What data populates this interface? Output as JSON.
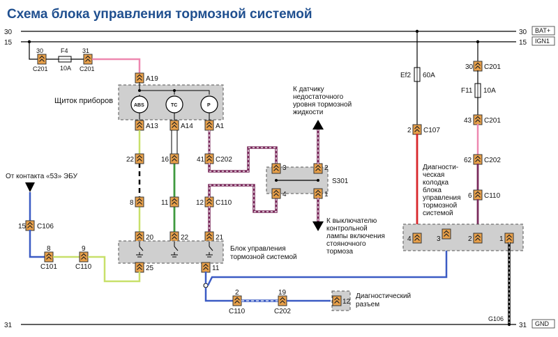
{
  "title": "Схема блока управления тормозной системой",
  "rails": {
    "bat_num_left": "30",
    "bat_num_right": "30",
    "bat_tag": "BAT+",
    "ign_num_left": "15",
    "ign_num_right": "15",
    "ign_tag": "IGN1",
    "gnd_num_left": "31",
    "gnd_num_right": "31",
    "gnd_tag": "GND"
  },
  "fuse_f4": {
    "pin_left": "30",
    "pin_right": "31",
    "name": "F4",
    "rating": "10A",
    "conn_left": "C201",
    "conn_right": "C201"
  },
  "cluster": {
    "label": "Щиток приборов",
    "pin_top": "A19",
    "pin1": "A13",
    "pin2": "A14",
    "pin3": "A1",
    "icon_abs": "ABS",
    "icon_tc": "TC",
    "icon_p": "P"
  },
  "left_chain": {
    "p22": "22",
    "p16": "16",
    "p41": "41",
    "c202": "C202",
    "p8": "8",
    "p11": "11",
    "p12": "12",
    "c110": "C110"
  },
  "module": {
    "label_line1": "Блок управления",
    "label_line2": "тормозной системой",
    "pin20": "20",
    "pin22": "22",
    "pin21": "21",
    "pin25": "25",
    "pin11": "11"
  },
  "ecu": {
    "label": "От контакта «53»  ЭБУ",
    "p15": "15",
    "c106": "C106",
    "p8": "8",
    "c101": "C101",
    "p9": "9",
    "c110": "C110"
  },
  "splice": {
    "name": "S301",
    "p3": "3",
    "p2": "2",
    "p4": "4",
    "p1": "1"
  },
  "sensor_note": {
    "line1": "К датчику",
    "line2": "недостаточного",
    "line3": "уровня тормозной",
    "line4": "жидкости"
  },
  "switch_note": {
    "line1": "К выключателю",
    "line2": "контрольной",
    "line3": "лампы включения",
    "line4": "стояночного",
    "line5": "тормоза"
  },
  "diag_conn": {
    "p2": "2",
    "c110": "C110",
    "p19": "19",
    "c202": "C202",
    "pin": "12",
    "label_line1": "Диагностический",
    "label_line2": "разъем"
  },
  "ef2": {
    "name": "Ef2",
    "rating": "60A",
    "p2": "2",
    "c107": "C107"
  },
  "f11_chain": {
    "p30": "30",
    "c201a": "C201",
    "name": "F11",
    "rating": "10A",
    "p43": "43",
    "c201b": "C201",
    "p62": "62",
    "c202": "C202",
    "p6": "6",
    "c110": "C110"
  },
  "dlc": {
    "label_line1": "Диагности-",
    "label_line2": "ческая",
    "label_line3": "колодка",
    "label_line4": "блока",
    "label_line5": "управления",
    "label_line6": "тормозной",
    "label_line7": "системой",
    "pin4": "4",
    "pin3": "3",
    "pin2": "2",
    "pin1": "1"
  },
  "ground": {
    "name": "G106"
  },
  "colors": {
    "title": "#1f4f8f",
    "pink": "#ee88b0",
    "green": "#3f9a3f",
    "red": "#d8262b",
    "blue": "#3b5bc4",
    "yellowgreen": "#c8e06a",
    "purple": "#7a2a5c",
    "connector": "#e8a04a",
    "box": "#cfcfcf"
  }
}
